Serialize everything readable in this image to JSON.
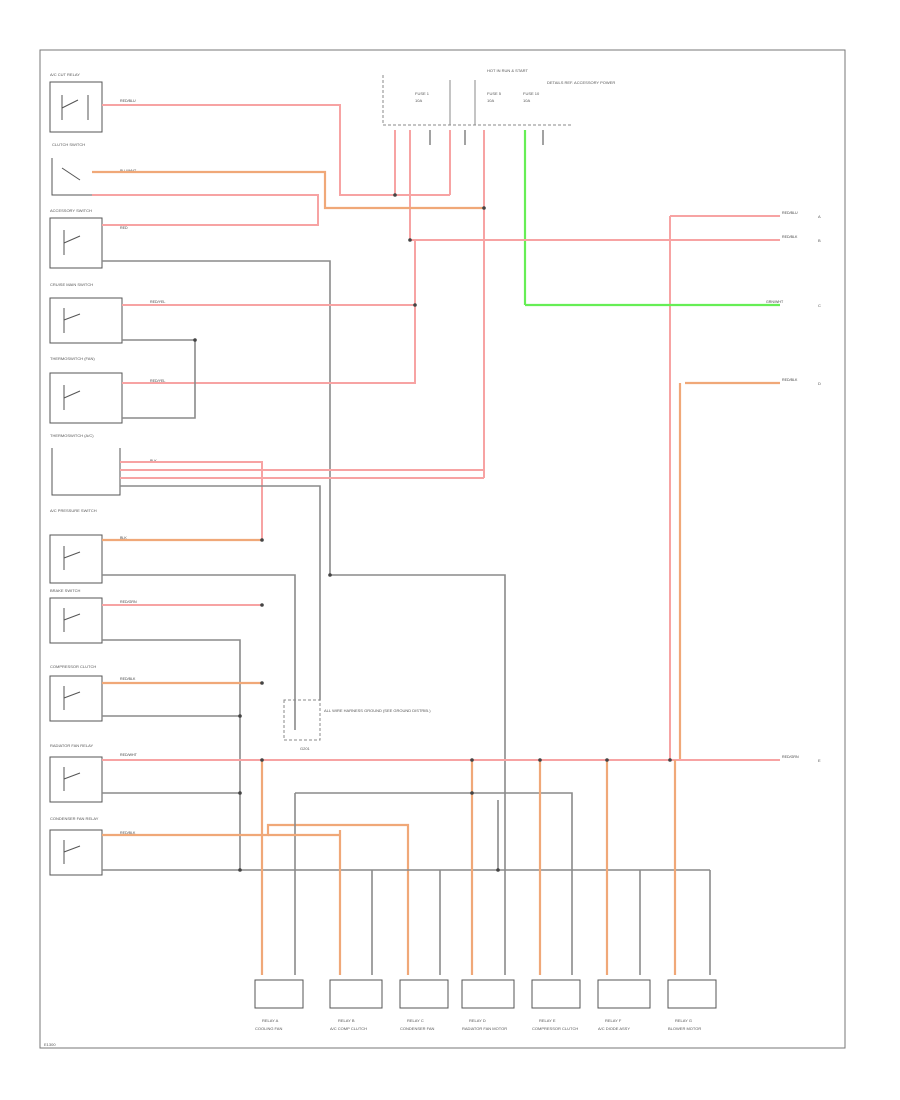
{
  "title_box": {
    "label": "HOT IN RUN & START",
    "fuse_a": "FUSE 1",
    "fuse_a_rating": "10A",
    "fuse_b": "FUSE 5",
    "fuse_b_rating": "10A",
    "fuse_c": "FUSE 10",
    "fuse_c_rating": "10A",
    "note": "DETAILS REF. ACCESSORY POWER"
  },
  "left_components": [
    {
      "label": "A/C CUT RELAY",
      "code": "RED/BLU"
    },
    {
      "label": "CLUTCH SWITCH",
      "code": "BLU/WHT"
    },
    {
      "label": "ACCESSORY SWITCH",
      "code": "RED"
    },
    {
      "label": "CRUISE MAIN SWITCH",
      "code": "RED/YEL"
    },
    {
      "label": "THERMOSWITCH (FAN)",
      "code": "RED/YEL"
    },
    {
      "label": "THERMOSWITCH (A/C)",
      "code": "BLK"
    },
    {
      "label": "A/C PRESSURE SWITCH",
      "code": "BLK"
    },
    {
      "label": "BRAKE SWITCH",
      "code": "RED/GRN"
    },
    {
      "label": "COMPRESSOR CLUTCH",
      "code": "RED/BLK"
    },
    {
      "label": "RADIATOR FAN RELAY",
      "code": "RED/WHT"
    },
    {
      "label": "CONDENSER FAN RELAY",
      "code": "RED/BLK"
    }
  ],
  "right_outputs": [
    {
      "code": "RED/BLU"
    },
    {
      "code": "RED/BLK"
    },
    {
      "code": "GRN/WHT"
    },
    {
      "code": "RED/BLK"
    },
    {
      "code": "RED/GRN"
    }
  ],
  "ground_note": "G201",
  "ground_box": "ALL WIRE HARNESS GROUND (SEE GROUND DISTRIB.)",
  "bottom_components": [
    {
      "label": "RELAY A",
      "sub": "COOLING FAN"
    },
    {
      "label": "RELAY B",
      "sub": "A/C COMP CLUTCH"
    },
    {
      "label": "RELAY C",
      "sub": "CONDENSER FAN"
    },
    {
      "label": "RELAY D",
      "sub": "RADIATOR FAN MOTOR"
    },
    {
      "label": "RELAY E",
      "sub": "COMPRESSOR CLUTCH"
    },
    {
      "label": "RELAY F",
      "sub": "A/C DIODE ASSY"
    },
    {
      "label": "RELAY G",
      "sub": "BLOWER MOTOR"
    }
  ],
  "footer_code": "E1300"
}
